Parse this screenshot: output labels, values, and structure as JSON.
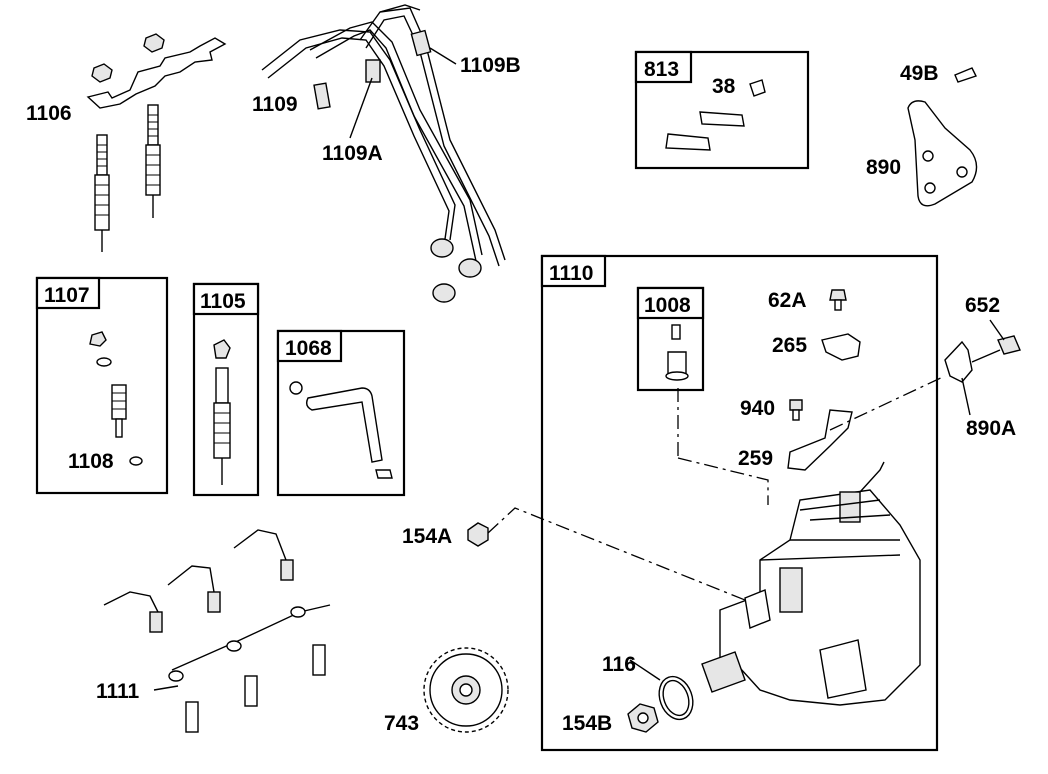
{
  "diagram": {
    "boxes": {
      "b813": "813",
      "b1107": "1107",
      "b1105": "1105",
      "b1068": "1068",
      "b1110": "1110",
      "b1008": "1008"
    },
    "labels": {
      "l1106": "1106",
      "l1109": "1109",
      "l1109A": "1109A",
      "l1109B": "1109B",
      "l38": "38",
      "l49B": "49B",
      "l890": "890",
      "l1108": "1108",
      "l62A": "62A",
      "l265": "265",
      "l652": "652",
      "l940": "940",
      "l890A": "890A",
      "l259": "259",
      "l154A": "154A",
      "l116": "116",
      "l154B": "154B",
      "l743": "743",
      "l1111": "1111"
    }
  }
}
